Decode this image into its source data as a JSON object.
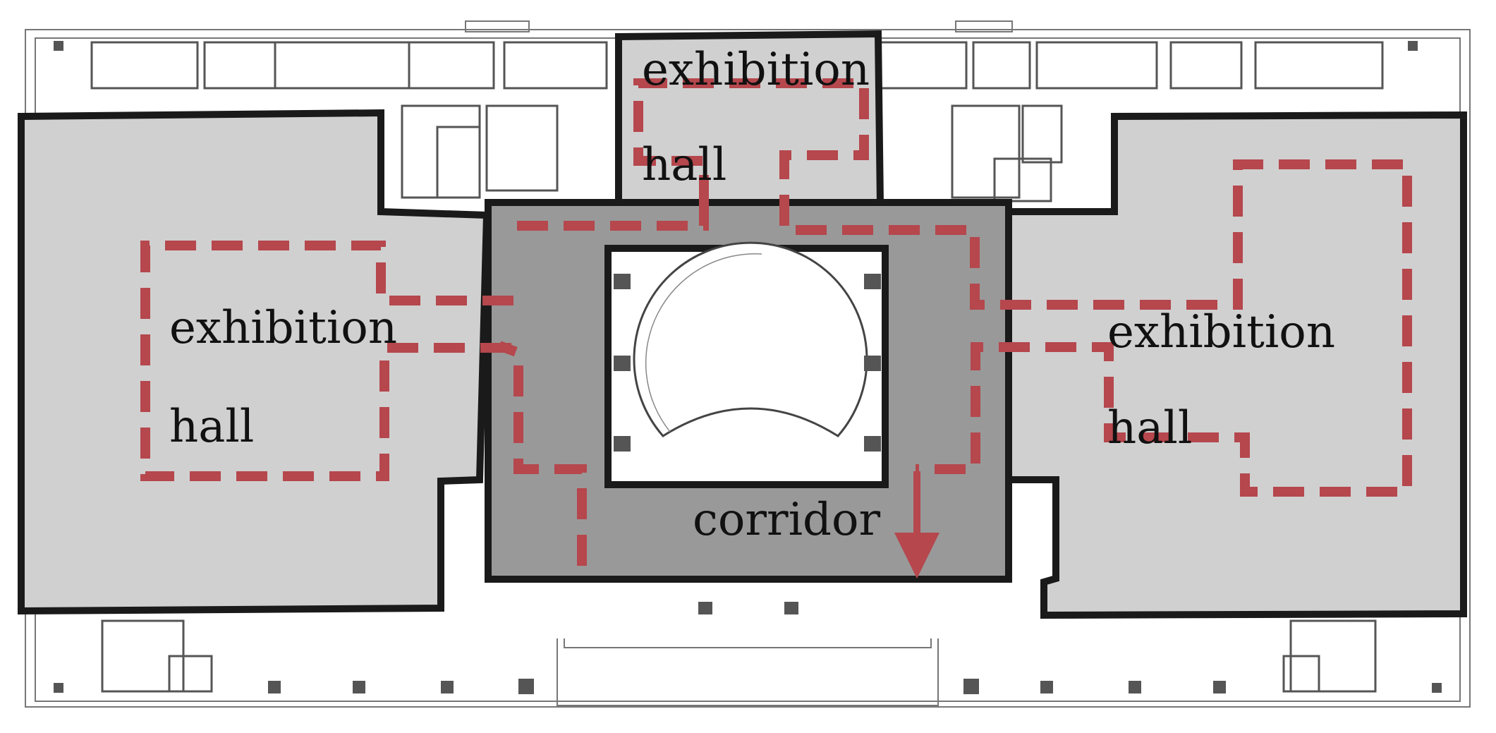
{
  "colors": {
    "hall_fill": "#d0d0d0",
    "corridor_fill": "#999999",
    "outline": "#1a1a1a",
    "route": "#b5474d"
  },
  "labels": {
    "left_hall_line1": "exhibition",
    "left_hall_line2": "hall",
    "top_hall_line1": "exhibition",
    "top_hall_line2": "hall",
    "right_hall_line1": "exhibition",
    "right_hall_line2": "hall",
    "corridor": "corridor"
  },
  "icons": {
    "exit_arrow": "arrow-down-icon"
  }
}
